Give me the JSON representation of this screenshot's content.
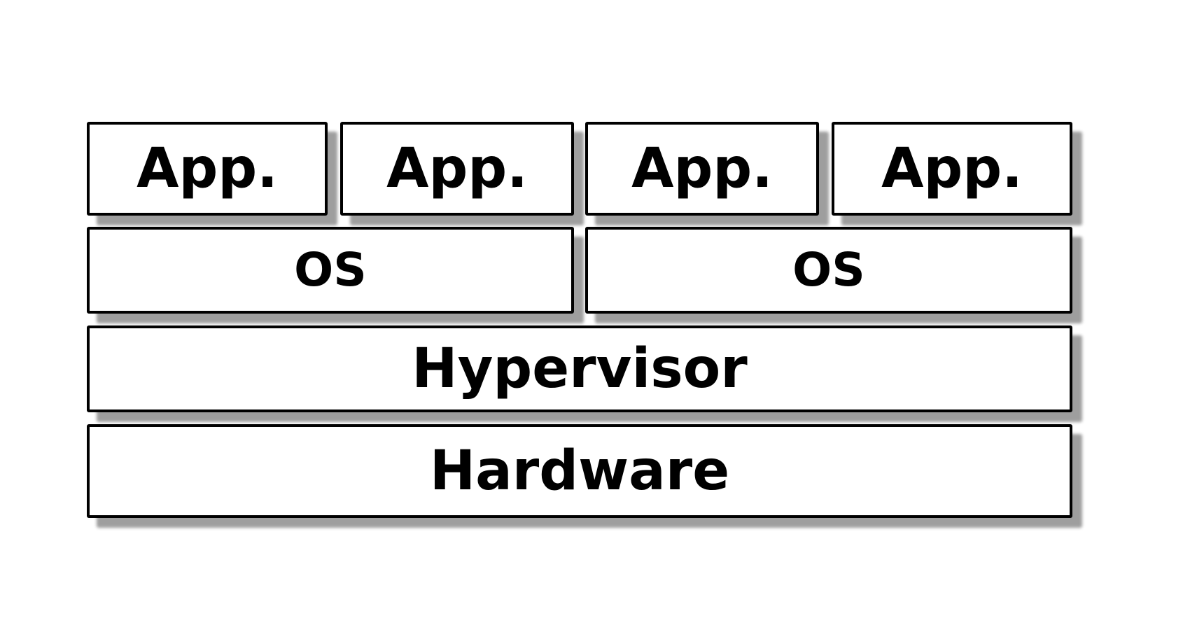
{
  "diagram": {
    "apps": [
      {
        "label": "App."
      },
      {
        "label": "App."
      },
      {
        "label": "App."
      },
      {
        "label": "App."
      }
    ],
    "os": [
      {
        "label": "OS"
      },
      {
        "label": "OS"
      }
    ],
    "hypervisor": {
      "label": "Hypervisor"
    },
    "hardware": {
      "label": "Hardware"
    }
  }
}
